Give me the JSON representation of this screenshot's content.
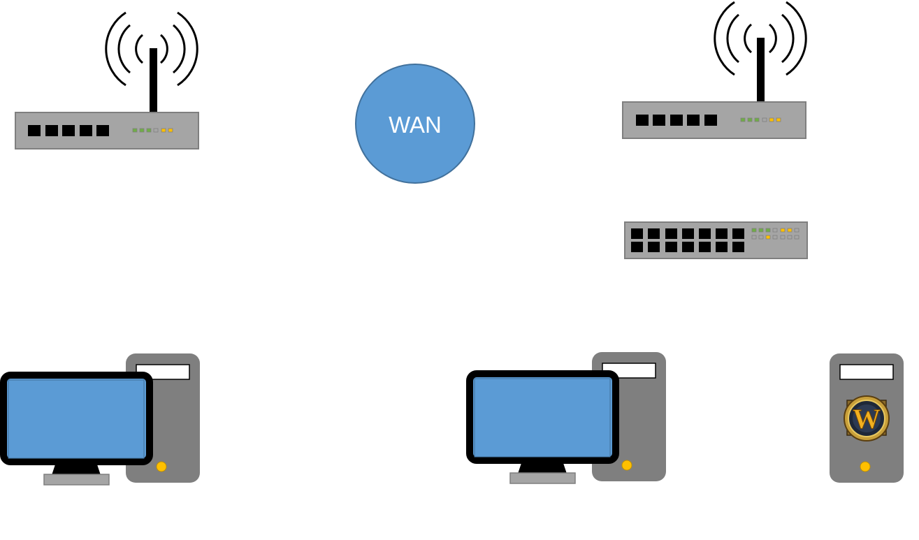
{
  "wan": {
    "label": "WAN"
  },
  "colors": {
    "wan_fill": "#5b9bd5",
    "wan_stroke": "#41719c",
    "screen": "#5b9bd5",
    "device_gray": "#a5a5a5",
    "tower_gray": "#7f7f7f",
    "led_green": "#70ad47",
    "led_orange": "#ffc000",
    "led_gray": "#a5a5a5"
  },
  "devices": [
    {
      "name": "left-wireless-router",
      "kind": "wireless-router"
    },
    {
      "name": "wan-cloud",
      "kind": "wan"
    },
    {
      "name": "right-wireless-router",
      "kind": "wireless-router"
    },
    {
      "name": "network-switch",
      "kind": "switch"
    },
    {
      "name": "left-desktop-computer",
      "kind": "desktop"
    },
    {
      "name": "middle-desktop-computer",
      "kind": "desktop"
    },
    {
      "name": "game-server-tower",
      "kind": "server",
      "icon": "warcraft-logo-icon"
    }
  ]
}
